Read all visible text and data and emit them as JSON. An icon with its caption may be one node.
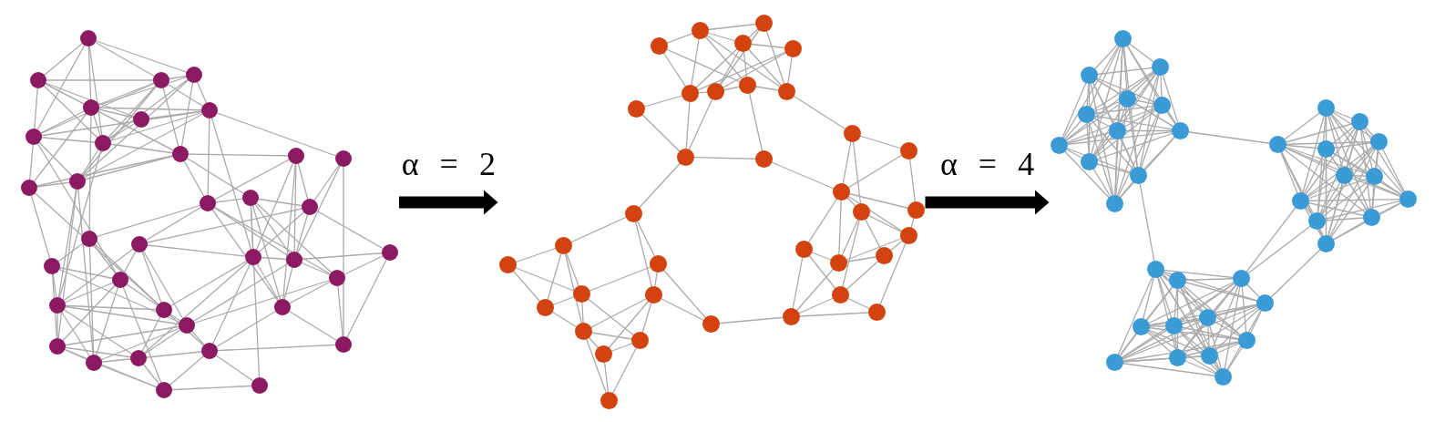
{
  "diagram": {
    "nodes": [
      {
        "text": [],
        "shape": "picture"
      },
      {
        "text": [],
        "shape": "picture"
      },
      {
        "text": [],
        "shape": "picture"
      }
    ],
    "edges": [
      {
        "from": 0,
        "to": 1,
        "arrow": "to",
        "label": "α = 2"
      },
      {
        "from": 1,
        "to": 2,
        "arrow": "to",
        "label": "α = 4"
      }
    ]
  }
}
